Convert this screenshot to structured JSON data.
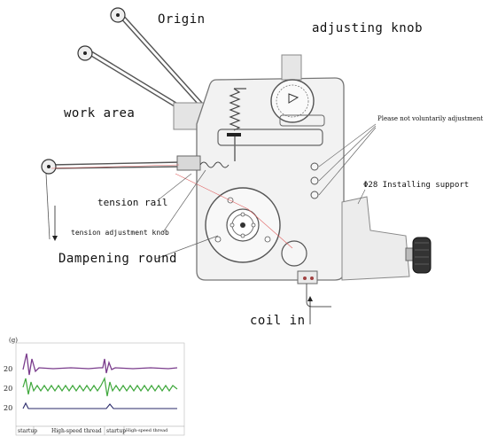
{
  "labels": {
    "origin": "Origin",
    "adjusting_knob": "adjusting knob",
    "work_area": "work area",
    "warning": "Please not voluntarily adjustment",
    "installing_support": "Φ28 Installing support",
    "tension_rail": "tension rail",
    "tension_adjustment_knob": "tension adjustment knob",
    "dampening_round": "Dampening round",
    "coil_in": "coil in"
  },
  "chart": {
    "unit": "(g)",
    "rows": [
      "20",
      "20",
      "20"
    ],
    "phases": [
      "startup",
      "High-speed thread",
      "startup",
      "High-speed thread"
    ]
  },
  "colors": {
    "trace_top": "#7a3c8c",
    "trace_mid": "#3fa83c",
    "trace_bottom": "#2a2a6a",
    "accent_line": "#e06060"
  }
}
